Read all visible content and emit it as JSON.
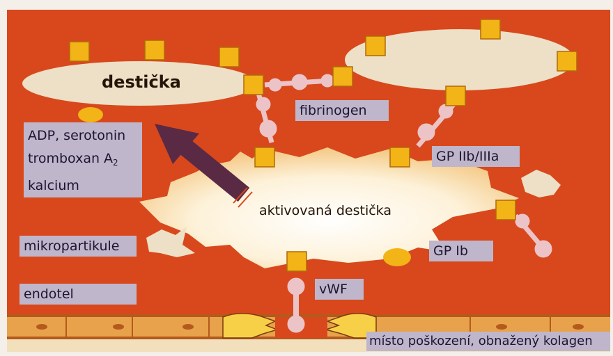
{
  "labels": {
    "platelet": "destička",
    "fibrinogen": "fibrinogen",
    "released_line1": "ADP, serotonin",
    "released_line2_main": "tromboxan A",
    "released_line2_sub": "2",
    "released_line3": "kalcium",
    "gp_iib_iiia": "GP IIb/IIIa",
    "activated_platelet": "aktivovaná destička",
    "microparticles": "mikropartikule",
    "gp_ib": "GP Ib",
    "endothelium": "endotel",
    "vwf": "vWF",
    "damage_site": "místo poškození, obnažený kolagen"
  },
  "colors": {
    "background": "#d8481c",
    "platelet_fill": "#ede0c6",
    "receptor": "#f2b416",
    "fibrinogen": "#ecc4c8",
    "arrow": "#5a2a45",
    "label_box": "#bfb6cc",
    "endothelium": "#e8a24c"
  }
}
